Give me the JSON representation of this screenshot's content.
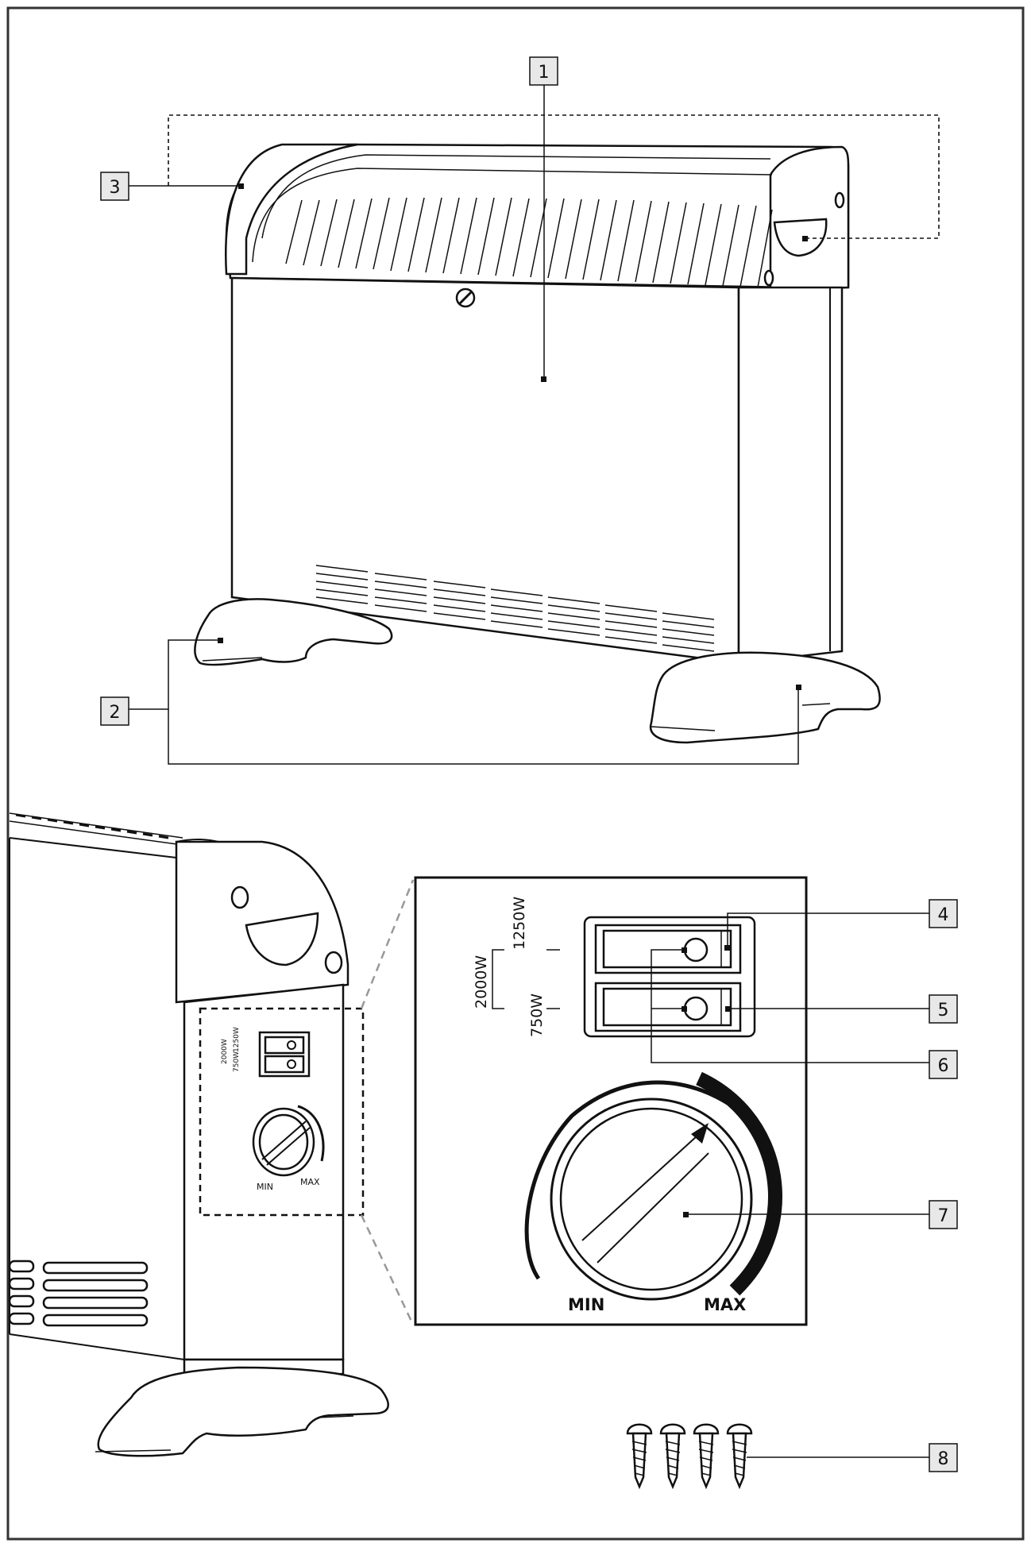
{
  "callouts": [
    {
      "id": "1",
      "label": "1"
    },
    {
      "id": "2",
      "label": "2"
    },
    {
      "id": "3",
      "label": "3"
    },
    {
      "id": "4",
      "label": "4"
    },
    {
      "id": "5",
      "label": "5"
    },
    {
      "id": "6",
      "label": "6"
    },
    {
      "id": "7",
      "label": "7"
    },
    {
      "id": "8",
      "label": "8"
    }
  ],
  "switch_panel": {
    "power_total": "2000W",
    "power_high": "1250W",
    "power_low": "750W"
  },
  "thermostat": {
    "min_label": "MIN",
    "max_label": "MAX"
  },
  "side_panel_small": {
    "min_label": "MIN",
    "max_label": "MAX"
  },
  "colors": {
    "line": "#111111",
    "callout_box": "#e8e8e8",
    "background": "#ffffff"
  }
}
